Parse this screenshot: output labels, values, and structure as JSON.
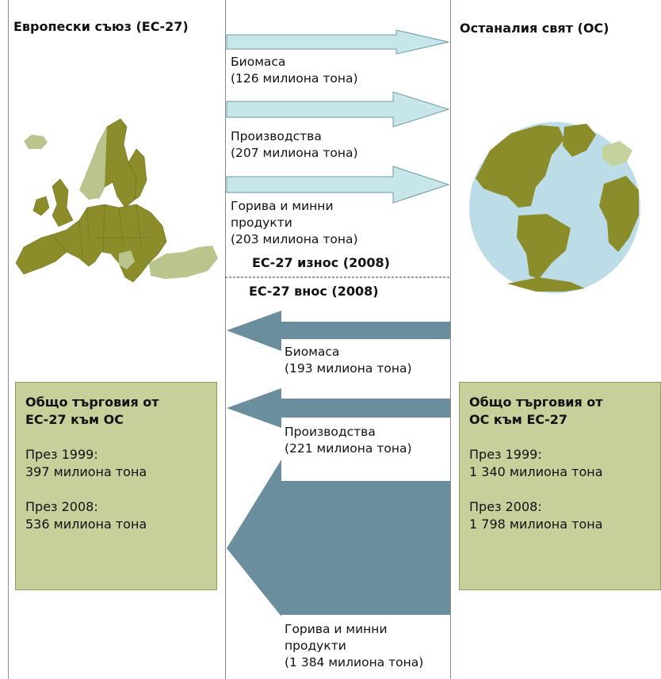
{
  "left_region": {
    "title": "Европески съюз (ЕС-27)"
  },
  "right_region": {
    "title": "Останалия свят (ОС)"
  },
  "exports": {
    "heading": "ЕС-27 износ (2008)",
    "flows": [
      {
        "line1": "Биомаса",
        "line2": "(126 милиона тона)",
        "value": 126
      },
      {
        "line1": "Производства",
        "line2": "(207 милиона тона)",
        "value": 207
      },
      {
        "line1": "Горива и минни",
        "line2": "продукти",
        "line3": "(203 милиона тона)",
        "value": 203
      }
    ]
  },
  "imports": {
    "heading": "ЕС-27 внос (2008)",
    "flows": [
      {
        "line1": "Биомаса",
        "line2": "(193 милиона тона)",
        "value": 193
      },
      {
        "line1": "Производства",
        "line2": "(221 милиона тона)",
        "value": 221
      },
      {
        "line1": "Горива и минни",
        "line2": "продукти",
        "line3": "(1 384 милиона тона)",
        "value": 1384
      }
    ]
  },
  "left_box": {
    "heading1": "Общо търговия от",
    "heading2": "ЕС-27 към ОС",
    "y1999_label": "През 1999:",
    "y1999_value": "397 милиона тона",
    "y2008_label": "През 2008:",
    "y2008_value": "536 милиона тона"
  },
  "right_box": {
    "heading1": "Общо търговия от",
    "heading2": "ОС към ЕС-27",
    "y1999_label": "През 1999:",
    "y1999_value": "1 340 милиона тона",
    "y2008_label": "През 2008:",
    "y2008_value": "1 798 милиона тона"
  },
  "colors": {
    "export_arrow": "#c6e6ea",
    "import_arrow": "#6b8e9f",
    "box_fill": "#c5d09a",
    "land": "#8b8c2a",
    "ocean": "#bcdde8"
  }
}
